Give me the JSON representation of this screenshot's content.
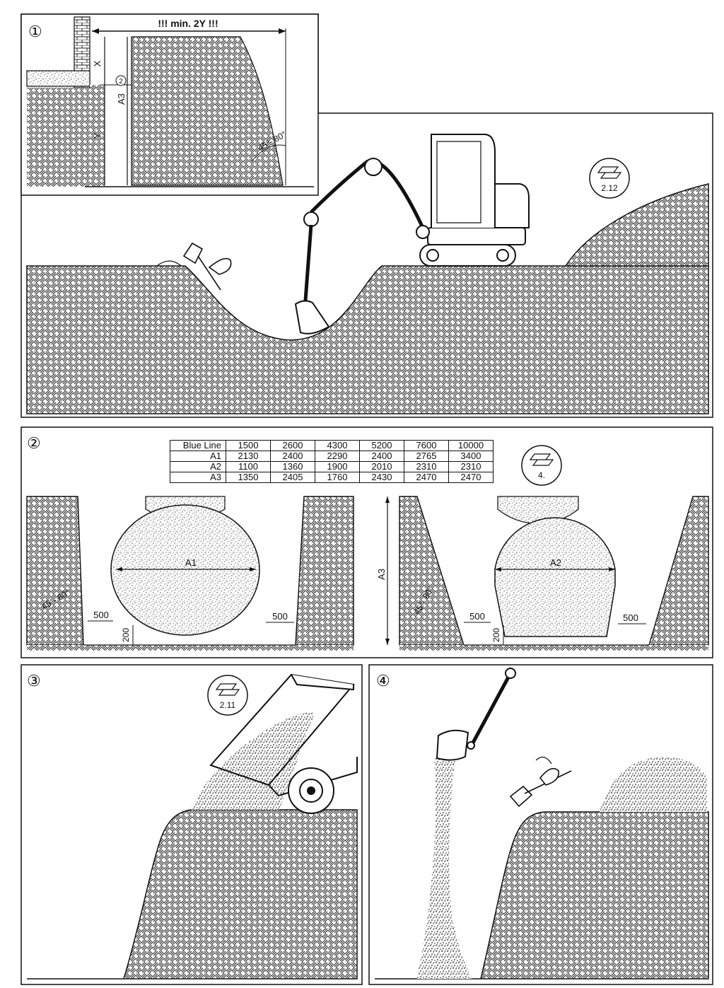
{
  "panel1": {
    "step": "①",
    "inset": {
      "min_label": "!!! min. 2Y !!!",
      "x_label": "X",
      "y_label": "Y",
      "a3_label": "A3",
      "a3_ref": "2",
      "angle_label": "45°- 80°"
    },
    "ref_badge": "2.12"
  },
  "panel2": {
    "step": "②",
    "ref_badge": "4.",
    "table": {
      "header": [
        "Blue Line",
        "1500",
        "2600",
        "4300",
        "5200",
        "7600",
        "10000"
      ],
      "rows": [
        [
          "A1",
          "2130",
          "2400",
          "2290",
          "2400",
          "2765",
          "3400"
        ],
        [
          "A2",
          "1100",
          "1360",
          "1900",
          "2010",
          "2310",
          "2310"
        ],
        [
          "A3",
          "1350",
          "2405",
          "1760",
          "2430",
          "2470",
          "2470"
        ]
      ]
    },
    "left": {
      "width_label": "A1",
      "clear_left": "500",
      "clear_right": "500",
      "base": "200",
      "angle": "45°- 80°"
    },
    "center": {
      "depth_label": "A3"
    },
    "right": {
      "width_label": "A2",
      "clear_left": "500",
      "clear_right": "500",
      "base": "200",
      "angle": "45°- 80°"
    }
  },
  "panel3": {
    "step": "③",
    "ref_badge": "2.11"
  },
  "panel4": {
    "step": "④"
  }
}
